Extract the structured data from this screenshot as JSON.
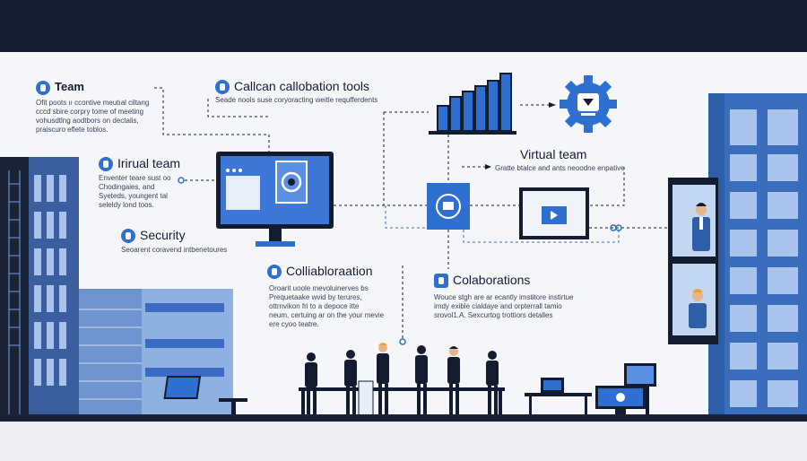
{
  "blocks": {
    "team": {
      "title": "Team",
      "desc": "Ofit poots ıı ccontive meutıal ciltang\ncccd sbire corpry tome of meeting\nvohusdtlng aodtbors on dectalis,\npraiscuro eflete toblos."
    },
    "collab_tools": {
      "title": "Callcan callobation tools",
      "desc": "Seade nools suse coryoracting weitle requfferdents"
    },
    "virtual_team_left": {
      "title": "Irirual team",
      "desc": "Enventer teare sust oo\nChodingaies, and\nSyeteds,  youngent tal\nseleldy lond  toos."
    },
    "security": {
      "title": "Security",
      "desc": "Seoarent coravend intbenetoures"
    },
    "collaboration": {
      "title": "Colliabloraation",
      "desc": "Oroarit uoole mevoluinerves bs\nPrequetaake wvid by terures,\nottrnvikon fri to a depoce itte\nneum, certuing ar on the your mevie\nere cyoo teatre."
    },
    "virtual_team_right": {
      "title": "Virtual team",
      "desc": "Gratte btalce and ants neoodne enpative"
    },
    "collaborations": {
      "title": "Colaborations",
      "desc": "Wouce stgh are ar ecantly imstitore instirtue\nimdy exible cialdaye and orpterrall tamio\nsrovol1.A. Sexcurtog trottiors detalles"
    }
  },
  "colors": {
    "accent": "#2f6fd0",
    "dark": "#141c30",
    "building": "#3b5f9e",
    "building_light": "#a9c4ec"
  },
  "icons": [
    "pin-icon",
    "tools-icon",
    "people-icon",
    "security-icon",
    "document-icon",
    "gear-icon",
    "bar-chart-icon",
    "play-icon"
  ]
}
